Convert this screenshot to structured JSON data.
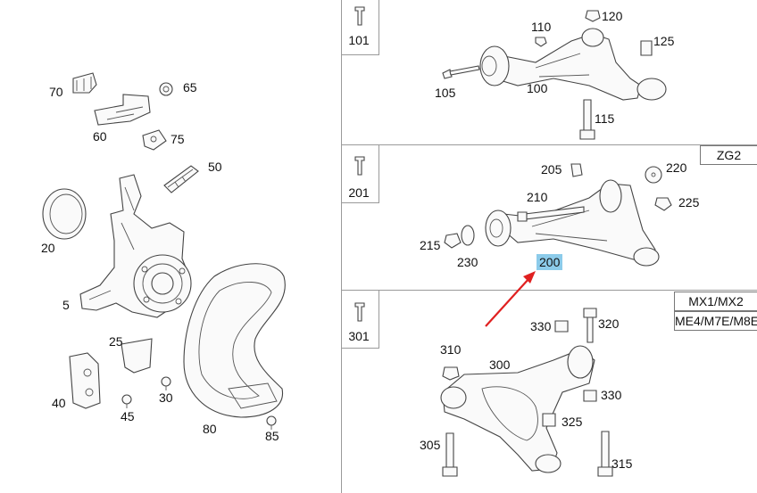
{
  "left_labels": {
    "p70": "70",
    "p65": "65",
    "p60": "60",
    "p75": "75",
    "p50": "50",
    "p20": "20",
    "p5": "5",
    "p25": "25",
    "p40": "40",
    "p45": "45",
    "p30": "30",
    "p80": "80",
    "p85": "85"
  },
  "section1": {
    "box_label": "101",
    "labels": {
      "p110": "110",
      "p120": "120",
      "p125": "125",
      "p105": "105",
      "p100": "100",
      "p115": "115"
    }
  },
  "section2": {
    "box_label": "201",
    "tag": "ZG2",
    "labels": {
      "p205": "205",
      "p220": "220",
      "p210": "210",
      "p225": "225",
      "p215": "215",
      "p230": "230"
    },
    "highlight": "200"
  },
  "section3": {
    "box_label": "301",
    "tag_top": "MX1/MX2",
    "tag_bottom": "ME4/M7E/M8E",
    "labels": {
      "p330a": "330",
      "p320": "320",
      "p310": "310",
      "p300": "300",
      "p330b": "330",
      "p325": "325",
      "p305": "305",
      "p315": "315"
    }
  },
  "colors": {
    "highlight": "#8ccbea",
    "arrow": "#e02020"
  }
}
